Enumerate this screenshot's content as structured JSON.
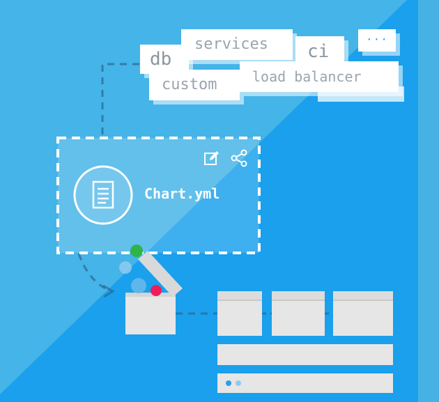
{
  "tags": {
    "db": "db",
    "services": "services",
    "ci": "ci",
    "more": "···",
    "custom": "custom",
    "load_balancer": "load balancer"
  },
  "chart": {
    "filename": "Chart.yml"
  },
  "icons": {
    "file": "document-icon",
    "edit": "edit-icon",
    "share": "share-icon"
  },
  "colors": {
    "background_light": "#45b4e8",
    "background_dark": "#1aa0ec",
    "right_strip": "#46b2e4",
    "green_dot": "#2fb44a",
    "red_dot": "#ee1e5a",
    "box_grey": "#e6e6e6"
  }
}
